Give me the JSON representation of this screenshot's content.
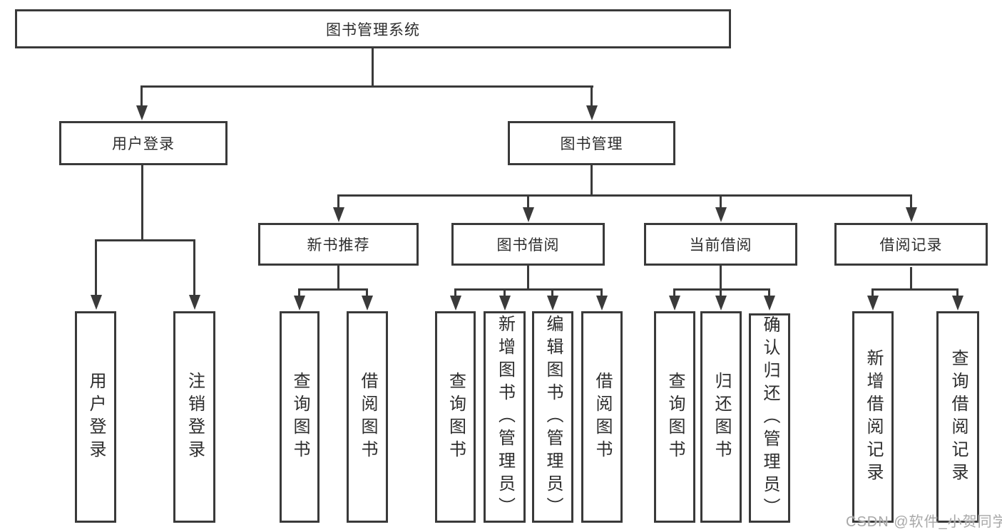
{
  "diagram": {
    "root": "图书管理系统",
    "branches": [
      {
        "label": "用户登录",
        "children": [
          "用户登录",
          "注销登录"
        ]
      },
      {
        "label": "图书管理",
        "sections": [
          {
            "label": "新书推荐",
            "children": [
              "查询图书",
              "借阅图书"
            ]
          },
          {
            "label": "图书借阅",
            "children": [
              "查询图书",
              "新增图书（管理员）",
              "编辑图书（管理员）",
              "借阅图书"
            ]
          },
          {
            "label": "当前借阅",
            "children": [
              "查询图书",
              "归还图书",
              "确认归还（管理员）"
            ]
          },
          {
            "label": "借阅记录",
            "children": [
              "新增借阅记录",
              "查询借阅记录"
            ]
          }
        ]
      }
    ]
  },
  "watermark": "CSDN @软件_小贺同学",
  "colors": {
    "line": "#3a3a3a",
    "text": "#2d2d2d",
    "watermark": "#a8a8a8",
    "background": "#ffffff"
  }
}
